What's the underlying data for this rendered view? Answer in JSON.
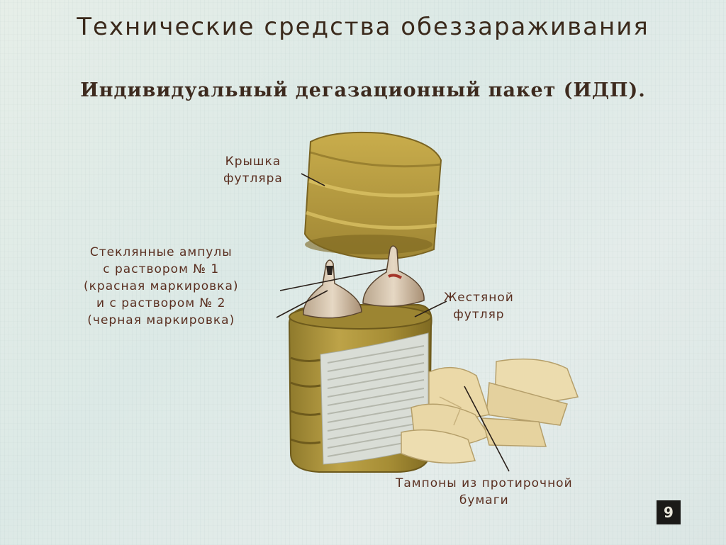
{
  "header": {
    "title": "Технические средства обеззараживания",
    "subtitle": "Индивидуальный дегазационный пакет (ИДП)."
  },
  "labels": {
    "lid": [
      "Крышка",
      "футляра"
    ],
    "ampoules": [
      "Стеклянные ампулы",
      "с раствором № 1",
      "(красная маркировка)",
      "и с раствором № 2",
      "(черная маркировка)"
    ],
    "case": [
      "Жестяной",
      "футляр"
    ],
    "tampons": [
      "Тампоны из протирочной",
      "бумаги"
    ]
  },
  "page": {
    "number": "9"
  },
  "colors": {
    "tin": "#b59a3e",
    "tin_dark": "#8c7425",
    "label_paper": "#d9ddd6",
    "tampon": "#e9d7a6",
    "text": "#5a2f20"
  }
}
